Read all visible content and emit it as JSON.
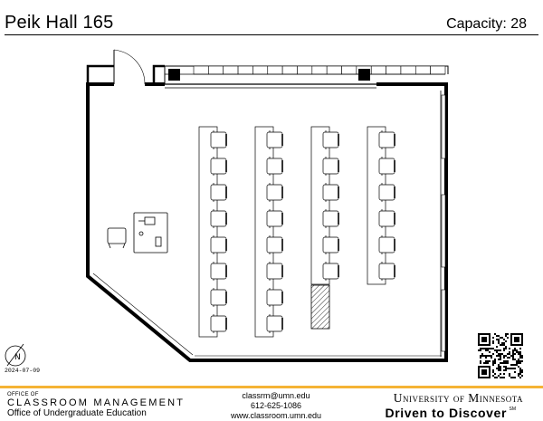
{
  "header": {
    "room_title": "Peik Hall 165",
    "capacity": "Capacity: 28"
  },
  "date": "2024-07-09",
  "compass_label": "N",
  "footer": {
    "office_of": "OFFICE OF",
    "classroom_management": "CLASSROOM MANAGEMENT",
    "undergrad_ed": "Office of Undergraduate Education",
    "email": "classrm@umn.edu",
    "phone": "612-625-1086",
    "website": "www.classroom.umn.edu",
    "university": "University of Minnesota",
    "tagline": "Driven to Discover",
    "sm_mark": "SM"
  },
  "colors": {
    "accent_gold": "#f5b335",
    "line": "#000000"
  },
  "seating": {
    "columns": [
      8,
      8,
      6,
      6
    ],
    "total_seats": 28
  }
}
